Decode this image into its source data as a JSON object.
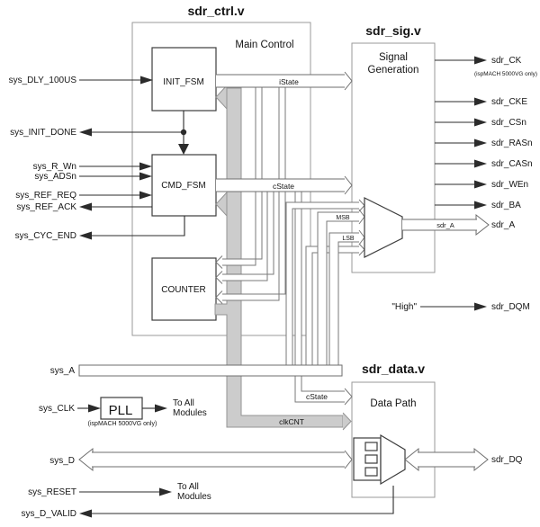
{
  "titles": {
    "ctrl": "sdr_ctrl.v",
    "sig": "sdr_sig.v",
    "data": "sdr_data.v"
  },
  "blocks": {
    "main_control": "Main Control",
    "init_fsm": "INIT_FSM",
    "cmd_fsm": "CMD_FSM",
    "counter": "COUNTER",
    "sig_gen_line1": "Signal",
    "sig_gen_line2": "Generation",
    "data_path": "Data Path",
    "pll": "PLL",
    "pll_note": "(ispMACH 5000VG only)"
  },
  "buses": {
    "istate": "iState",
    "cstate": "cState",
    "cstate_datapath": "cState",
    "clkcnt": "clkCNT",
    "msb": "MSB",
    "lsb": "LSB",
    "sdr_a_inner": "sdr_A"
  },
  "left_signals": {
    "sys_dly_100us": "sys_DLY_100US",
    "sys_init_done": "sys_INIT_DONE",
    "sys_r_wn": "sys_R_Wn",
    "sys_adsn": "sys_ADSn",
    "sys_ref_req": "sys_REF_REQ",
    "sys_ref_ack": "sys_REF_ACK",
    "sys_cyc_end": "sys_CYC_END",
    "sys_a": "sys_A",
    "sys_clk": "sys_CLK",
    "sys_d": "sys_D",
    "sys_reset": "sys_RESET",
    "sys_d_valid": "sys_D_VALID"
  },
  "right_signals": {
    "sdr_ck": "sdr_CK",
    "sdr_ck_note": "(ispMACH 5000VG only)",
    "sdr_cke": "sdr_CKE",
    "sdr_csn": "sdr_CSn",
    "sdr_rasn": "sdr_RASn",
    "sdr_casn": "sdr_CASn",
    "sdr_wen": "sdr_WEn",
    "sdr_ba": "sdr_BA",
    "sdr_a": "sdr_A",
    "high": "\"High\"",
    "sdr_dqm": "sdr_DQM",
    "sdr_dq": "sdr_DQ"
  },
  "misc": {
    "to_all": "To All",
    "modules": "Modules"
  },
  "colors": {
    "gray_bus": "#cccccc",
    "line": "#2b2b2b",
    "box_stroke": "#999999"
  }
}
